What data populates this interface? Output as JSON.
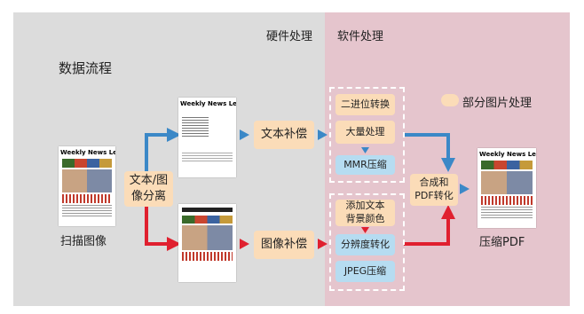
{
  "headers": {
    "hardware": "硬件处理",
    "software": "软件处理"
  },
  "title": "数据流程",
  "legend": {
    "label": "部分图片处理"
  },
  "nodes": {
    "scan_label": "扫描图像",
    "separate": "文本/图\n像分离",
    "text_comp": "文本补偿",
    "image_comp": "图像补偿",
    "binary": "二进位转换",
    "bulk": "大量处理",
    "mmr": "MMR压缩",
    "add_bg": "添加文本\n背景颜色",
    "resolution": "分辨度转化",
    "jpeg": "JPEG压缩",
    "merge": "合成和\nPDF转化",
    "pdf_label": "压缩PDF"
  },
  "newsletter_title": "Weekly News Letter",
  "colors": {
    "blue_arrow": "#3b88c7",
    "red_arrow": "#e0202f",
    "peach": "#fbdcb8",
    "light_blue": "#b6dcf1"
  }
}
